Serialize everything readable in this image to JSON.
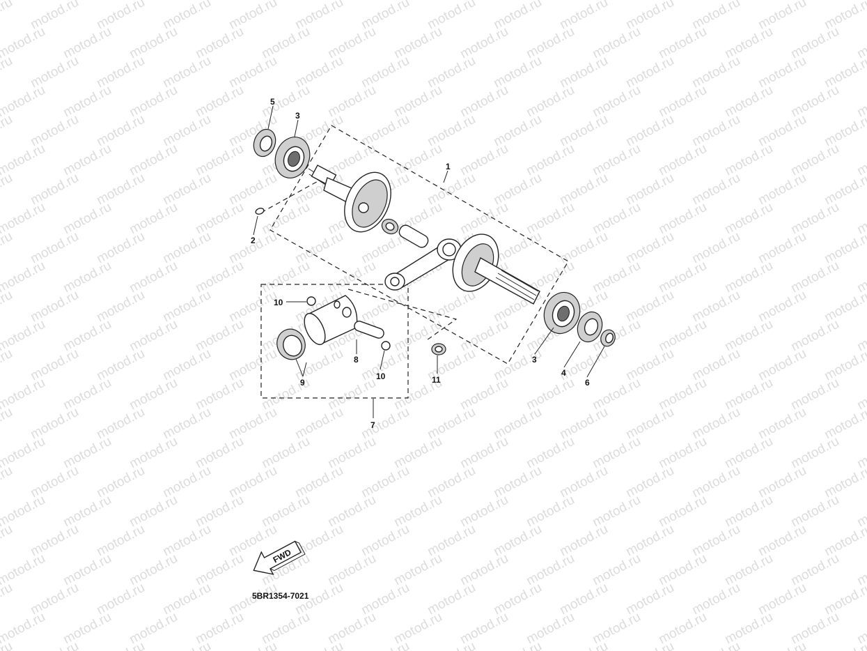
{
  "watermark": "motod.ru",
  "diagram_code": "5BR1354-7021",
  "fwd_label": "FWD",
  "callouts": {
    "c1": "1",
    "c2": "2",
    "c3a": "3",
    "c3b": "3",
    "c4": "4",
    "c5": "5",
    "c6": "6",
    "c7": "7",
    "c8": "8",
    "c9": "9",
    "c10a": "10",
    "c10b": "10",
    "c11": "11"
  }
}
